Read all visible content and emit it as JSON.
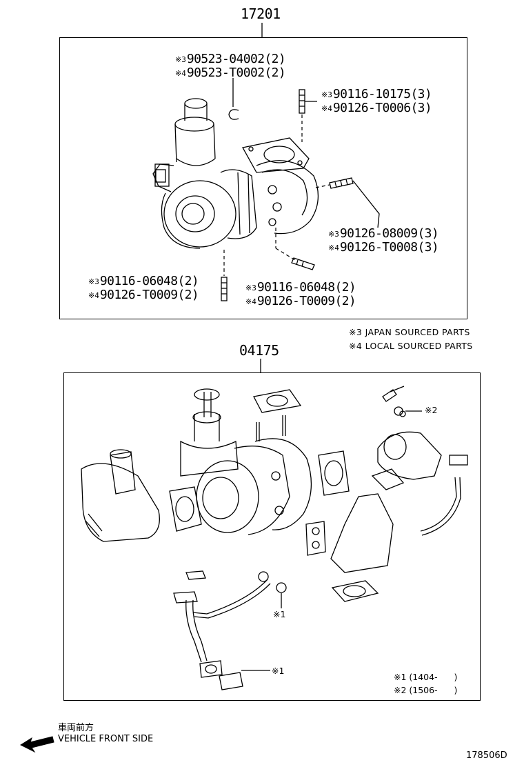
{
  "assemblies": [
    {
      "part_number": "17201",
      "callouts": [
        {
          "lines": [
            {
              "mark": "※3",
              "text": "90523-04002(2)"
            },
            {
              "mark": "※4",
              "text": "90523-T0002(2)"
            }
          ]
        },
        {
          "lines": [
            {
              "mark": "※3",
              "text": "90116-10175(3)"
            },
            {
              "mark": "※4",
              "text": "90126-T0006(3)"
            }
          ]
        },
        {
          "lines": [
            {
              "mark": "※3",
              "text": "90126-08009(3)"
            },
            {
              "mark": "※4",
              "text": "90126-T0008(3)"
            }
          ]
        },
        {
          "lines": [
            {
              "mark": "※3",
              "text": "90116-06048(2)"
            },
            {
              "mark": "※4",
              "text": "90126-T0009(2)"
            }
          ]
        },
        {
          "lines": [
            {
              "mark": "※3",
              "text": "90116-06048(2)"
            },
            {
              "mark": "※4",
              "text": "90126-T0009(2)"
            }
          ]
        }
      ]
    },
    {
      "part_number": "04175",
      "callouts": [
        {
          "text": "※2"
        },
        {
          "text": "※1"
        },
        {
          "text": "※1"
        }
      ]
    }
  ],
  "sourcing_notes": [
    "※3 JAPAN SOURCED PARTS",
    "※4 LOCAL SOURCED PARTS"
  ],
  "date_notes": [
    "※1 (1404-      )",
    "※2 (1506-      )"
  ],
  "direction": {
    "label_jp": "車両前方",
    "label_en": "VEHICLE FRONT SIDE",
    "icon": "arrow-left-icon"
  },
  "illustration_id": "178506D"
}
